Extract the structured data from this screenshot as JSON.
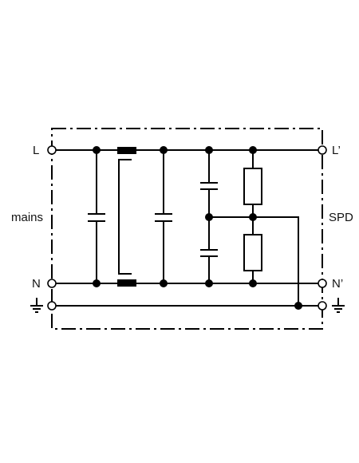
{
  "labels": {
    "l_in": "L",
    "n_in": "N",
    "mains": "mains",
    "l_out": "L’",
    "n_out": "N’",
    "spd": "SPD"
  },
  "icons": {
    "ground_left": "ground-symbol",
    "ground_right": "ground-symbol"
  }
}
